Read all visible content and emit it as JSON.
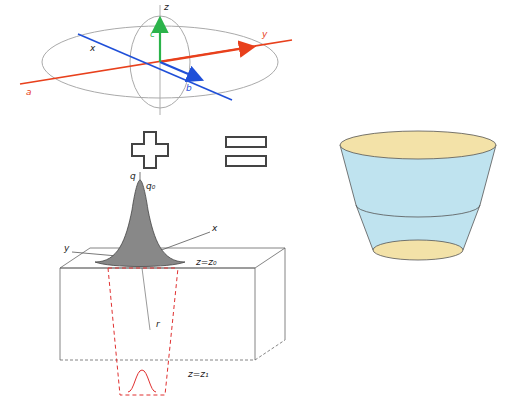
{
  "diagram": {
    "labels": [
      "z",
      "c",
      "x",
      "b",
      "a",
      "y",
      "q",
      "q₀",
      "x",
      "y",
      "z=z₀",
      "r",
      "z=z₁"
    ]
  }
}
